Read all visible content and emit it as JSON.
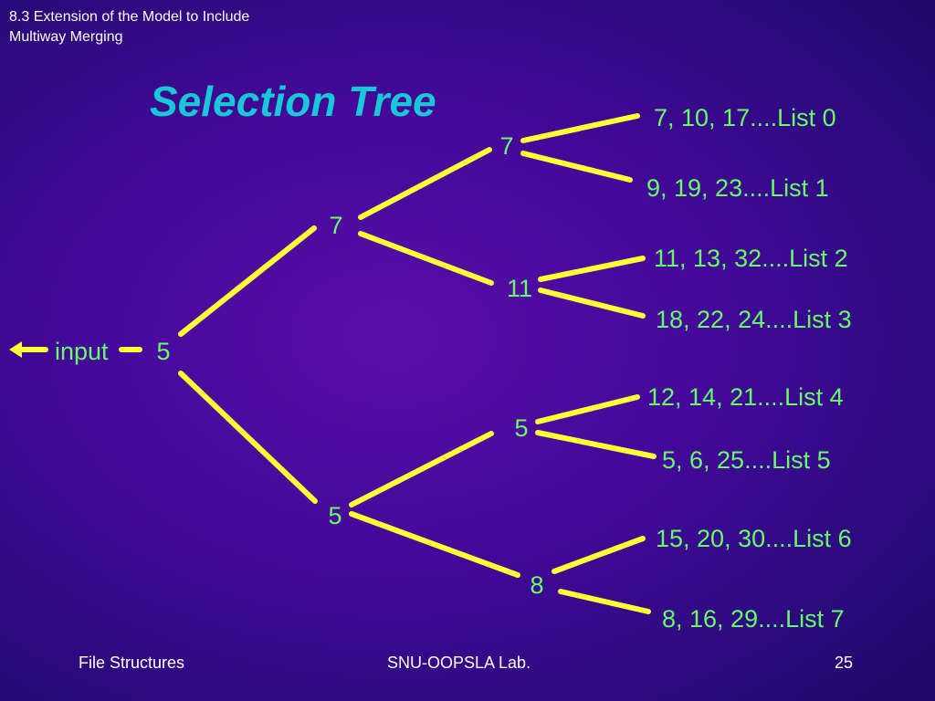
{
  "header": {
    "section_line1": "8.3 Extension of the Model to Include",
    "section_line2": "Multiway Merging"
  },
  "title": "Selection Tree",
  "tree": {
    "input_label": "input",
    "root": "5",
    "level1_top": "7",
    "level1_bottom": "5",
    "level2": [
      "7",
      "11",
      "5",
      "8"
    ],
    "lists": [
      "7, 10, 17....List 0",
      "9, 19, 23....List 1",
      "11, 13, 32....List 2",
      "18, 22, 24....List 3",
      "12, 14, 21....List 4",
      "5, 6, 25....List 5",
      "15, 20, 30....List 6",
      "8, 16, 29....List 7"
    ]
  },
  "footer": {
    "left": "File Structures",
    "center": "SNU-OOPSLA Lab.",
    "page": "25"
  },
  "colors": {
    "edge": "#ffff33",
    "node_text": "#66ff66",
    "title": "#18c8d6",
    "background": "#44089a"
  }
}
